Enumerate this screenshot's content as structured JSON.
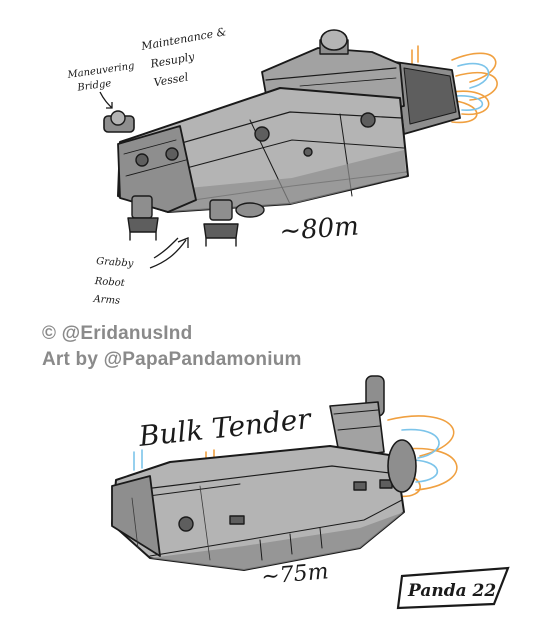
{
  "ship1": {
    "label_maintenance": [
      "Maintenance &",
      "Resuply",
      "Vessel"
    ],
    "label_bridge": [
      "Maneuvering",
      "Bridge"
    ],
    "label_arms": [
      "Grabby",
      "Robot",
      "Arms"
    ],
    "size": "~80m"
  },
  "credits": {
    "copyright": "© @EridanusInd",
    "artist": "Art by @PapaPandamonium"
  },
  "ship2": {
    "title": "Bulk Tender",
    "size": "~75m"
  },
  "signature": "Panda 22",
  "colors": {
    "hull_light": "#b4b4b4",
    "hull_mid": "#8e8e8e",
    "hull_dark": "#5e5e5e",
    "ink": "#1a1a1a",
    "thruster_orange": "#f0a040",
    "thruster_blue": "#7cc4ea",
    "credit_gray": "#8a8a8a"
  }
}
